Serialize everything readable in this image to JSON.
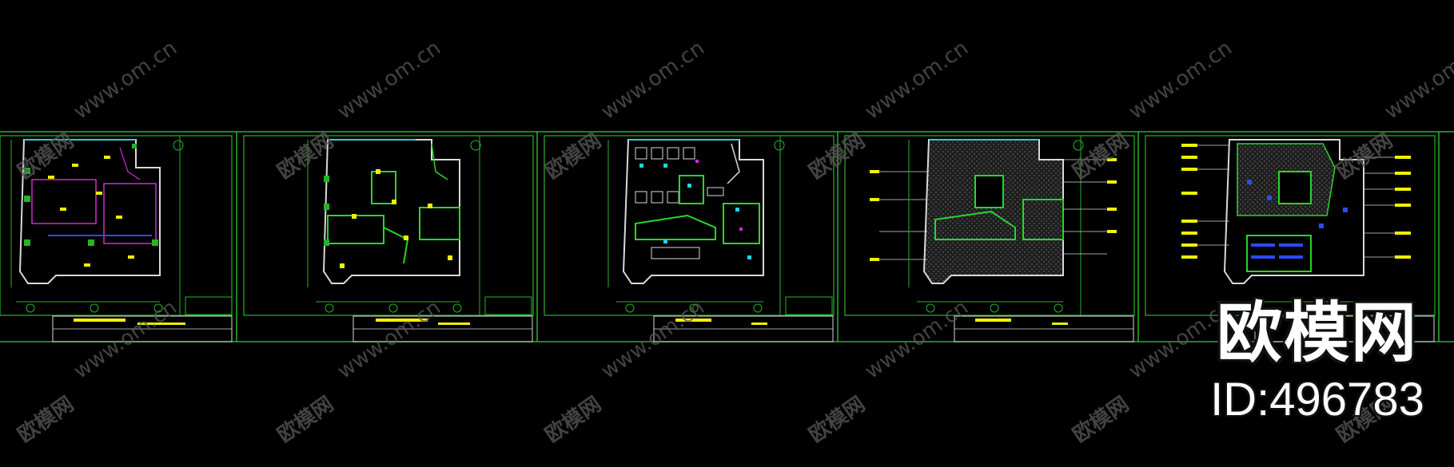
{
  "watermark": {
    "url_text": "www.om.cn",
    "brand_text": "欧模网"
  },
  "brand": {
    "title": "欧模网",
    "id_label": "ID:496783"
  },
  "drawing": {
    "line_color": "#27b327",
    "accent_yellow": "#f2f200",
    "accent_cyan": "#22d3e6",
    "accent_magenta": "#d22bd2",
    "accent_blue": "#2a4cff",
    "sheets": [
      {
        "name": "sheet-1-wall-layout"
      },
      {
        "name": "sheet-2-partition-plan"
      },
      {
        "name": "sheet-3-furniture-plan"
      },
      {
        "name": "sheet-4-floor-plan"
      },
      {
        "name": "sheet-5-ceiling-plan"
      }
    ]
  }
}
